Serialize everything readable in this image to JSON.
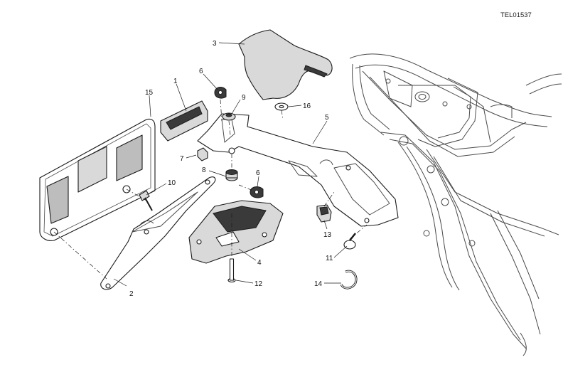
{
  "drawing_code": "TEL01537",
  "part_refs": [
    {
      "id": "ref-1",
      "label": "1"
    },
    {
      "id": "ref-2",
      "label": "2"
    },
    {
      "id": "ref-3",
      "label": "3"
    },
    {
      "id": "ref-4",
      "label": "4"
    },
    {
      "id": "ref-5",
      "label": "5"
    },
    {
      "id": "ref-6a",
      "label": "6"
    },
    {
      "id": "ref-6b",
      "label": "6"
    },
    {
      "id": "ref-7",
      "label": "7"
    },
    {
      "id": "ref-8",
      "label": "8"
    },
    {
      "id": "ref-9",
      "label": "9"
    },
    {
      "id": "ref-10",
      "label": "10"
    },
    {
      "id": "ref-11",
      "label": "11"
    },
    {
      "id": "ref-12",
      "label": "12"
    },
    {
      "id": "ref-13",
      "label": "13"
    },
    {
      "id": "ref-14",
      "label": "14"
    },
    {
      "id": "ref-15",
      "label": "15"
    },
    {
      "id": "ref-16",
      "label": "16"
    }
  ]
}
